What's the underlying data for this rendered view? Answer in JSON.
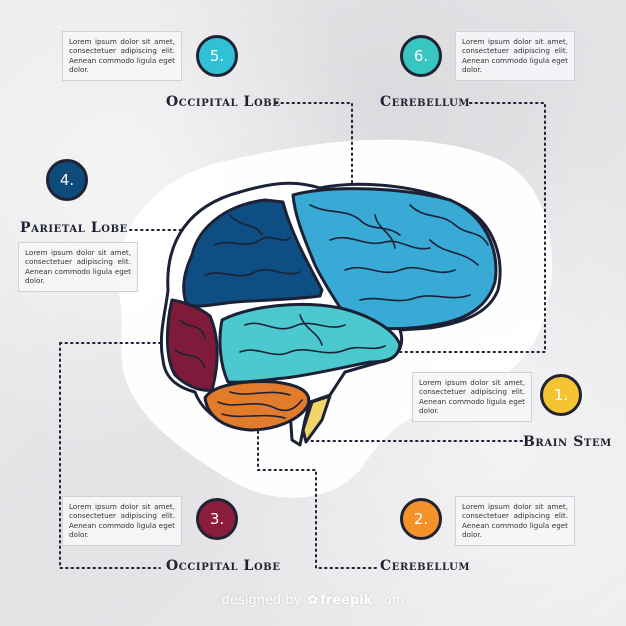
{
  "labels": {
    "top_left": "Occipital Lobe",
    "top_right": "Cerebellum",
    "left": "Parietal Lobe",
    "right": "Brain Stem",
    "bottom_left": "Occipital Lobe",
    "bottom_right": "Cerebellum"
  },
  "numbers": {
    "n1": "1.",
    "n2": "2.",
    "n3": "3.",
    "n4": "4.",
    "n5": "5.",
    "n6": "6."
  },
  "lorem": "Lorem ipsum dolor sit amet, consectetuer adipiscing elit. Aenean commodo ligula eget dolor.",
  "colors": {
    "n1": "#f4c433",
    "n2": "#f6922a",
    "n3": "#8a1c3d",
    "n4": "#0e4a7a",
    "n5": "#31c1d6",
    "n6": "#37c6c0",
    "frontal": "#39a9d6",
    "parietal": "#0e4e82",
    "occipital": "#7e1b3b",
    "temporal": "#4cc9cf",
    "cerebellum": "#e27b2c",
    "stem": "#f2d56a"
  },
  "footer": {
    "prefix": "designed by",
    "icon": "freepik-icon",
    "brand": "freepik",
    "suffix": ".com"
  }
}
